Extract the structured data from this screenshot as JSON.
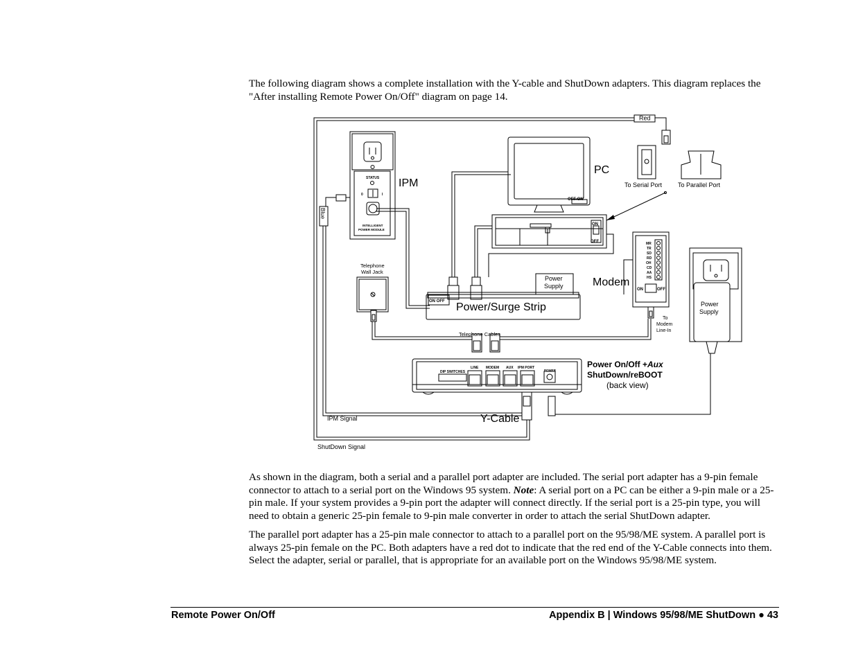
{
  "intro": {
    "text": "The following diagram shows a complete installation with the Y-cable and ShutDown adapters.  This diagram replaces the \"After installing Remote Power On/Off\" diagram on page 14."
  },
  "diagram": {
    "pc_label": "PC",
    "ipm_label": "IPM",
    "modem_label": "Modem",
    "power_strip_label": "Power/Surge Strip",
    "strip_switch_label": "ON OFF",
    "power_supply_strip": [
      "Power",
      "Supply"
    ],
    "power_supply_wall": [
      "Power",
      "Supply"
    ],
    "telephone_wall_jack": [
      "Telephone",
      "Wall Jack"
    ],
    "telephone_cables": "Telephone Cables",
    "red_label": "Red",
    "blue_label": "Blue",
    "serial_port_label": "To Serial Port",
    "parallel_port_label": "To Parallel Port",
    "monitor_switch": "OFF ON",
    "pc_switch_on": "ON",
    "pc_switch_off": "OFF",
    "ipm_status": "STATUS",
    "ipm_zero": "0",
    "ipm_one": "I",
    "ipm_brand_line1": "INTELLIGENT",
    "ipm_brand_line2": "POWER MODULE",
    "modem_leds": [
      "MR",
      "TR",
      "SD",
      "RD",
      "OH",
      "CD",
      "AA",
      "HS"
    ],
    "modem_switch_on": "ON",
    "modem_switch_off": "OFF",
    "to_modem_line_in": [
      "To",
      "Modem",
      "Line-In"
    ],
    "device_ports": {
      "dip": "DIP SWITCHES",
      "line": "LINE",
      "modem": "MODEM",
      "aux": "AUX",
      "ipm_port": "IPM PORT",
      "power": "POWER"
    },
    "device_caption": {
      "line1_prefix": "Power On/Off +",
      "line1_italic": "Aux",
      "line2": "ShutDown/reBOOT",
      "line3": "(back view)"
    },
    "ycable_label": "Y-Cable",
    "ipm_signal": "IPM Signal",
    "shutdown_signal": "ShutDown Signal"
  },
  "para2": {
    "part1": "As shown in the diagram, both a serial and a parallel port adapter are included.  The serial port adapter has a 9-pin female connector to attach to a serial port on the Windows 95 system.   ",
    "note_label": "Note",
    "part2": ": A serial port on a PC can be either a 9-pin male or a 25-pin male.  If your system provides a  9-pin port the adapter will connect directly.  If the serial port is a 25-pin type, you will need to obtain a generic 25-pin female to 9-pin male converter in order to attach the serial ShutDown adapter."
  },
  "para3": {
    "text": "The parallel port adapter has a 25-pin male connector to attach to a parallel port on the 95/98/ME system.  A parallel port is always 25-pin female on the PC.  Both adapters have a red dot to indicate that the red end of the Y-Cable connects into them.  Select the adapter, serial or parallel, that is appropriate for an available port on the Windows 95/98/ME system."
  },
  "footer": {
    "left": "Remote Power On/Off",
    "right": "Appendix B | Windows 95/98/ME ShutDown  ●  43"
  }
}
